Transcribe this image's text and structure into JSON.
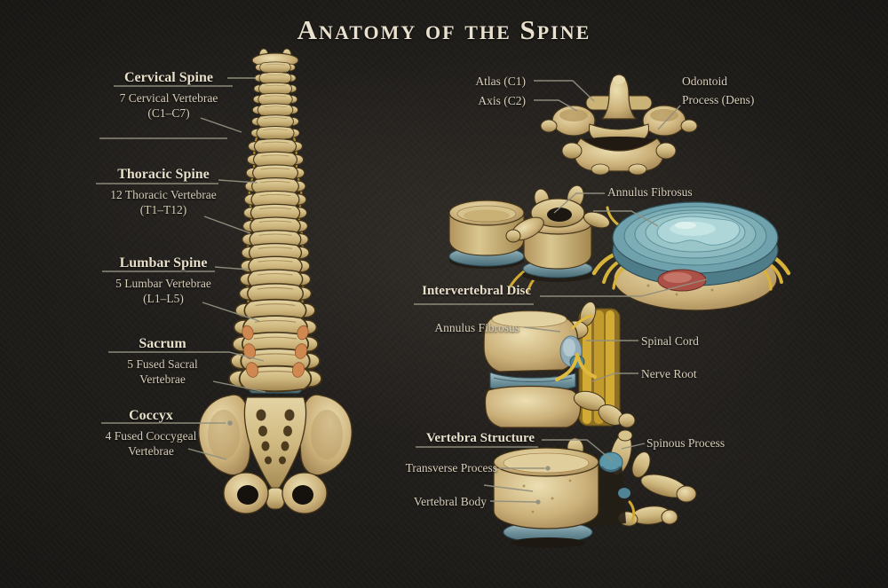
{
  "title": "Anatomy of the Spine",
  "spine_sections": [
    {
      "heading": "Cervical Spine",
      "detail_line1": "7 Cervical Vertebrae",
      "detail_line2": "(C1–C7)"
    },
    {
      "heading": "Thoracic Spine",
      "detail_line1": "12 Thoracic Vertebrae",
      "detail_line2": "(T1–T12)"
    },
    {
      "heading": "Lumbar Spine",
      "detail_line1": "5 Lumbar Vertebrae",
      "detail_line2": "(L1–L5)"
    },
    {
      "heading": "Sacrum",
      "detail_line1": "5 Fused Sacral",
      "detail_line2": "Vertebrae"
    },
    {
      "heading": "Coccyx",
      "detail_line1": "4 Fused Coccygeal",
      "detail_line2": "Vertebrae"
    }
  ],
  "detail_labels": {
    "atlas": "Atlas (C1)",
    "axis": "Axis (C2)",
    "odontoid_line1": "Odontoid",
    "odontoid_line2": "Process (Dens)",
    "annulus_top": "Annulus Fibrosus",
    "intervertebral_disc": "Intervertebral Disc",
    "annulus_side": "Annulus Fibrosus",
    "spinal_cord": "Spinal Cord",
    "nerve_root": "Nerve Root",
    "vertebra_structure": "Vertebra Structure",
    "spinous_process": "Spinous Process",
    "transverse_process": "Transverse Process",
    "vertebral_body": "Vertebral Body"
  },
  "illustrations": [
    "full-spine-anterior-view",
    "atlas-and-axis",
    "vertebra-pair-top-view",
    "intervertebral-disc-cross-section",
    "lumbar-segment-lateral-view",
    "vertebra-structure-oblique-view"
  ],
  "colors": {
    "background": "#1c1a17",
    "bone": "#cfb87f",
    "disc_blue": "#6fa2ac",
    "nucleus": "#aed6d8",
    "nerve_yellow": "#d2ab35",
    "herniation_red": "#aa5046",
    "facet_orange": "#cf8850",
    "text": "#d9cfba",
    "heading_text": "#e7dfca",
    "leader_line": "#92907f"
  }
}
